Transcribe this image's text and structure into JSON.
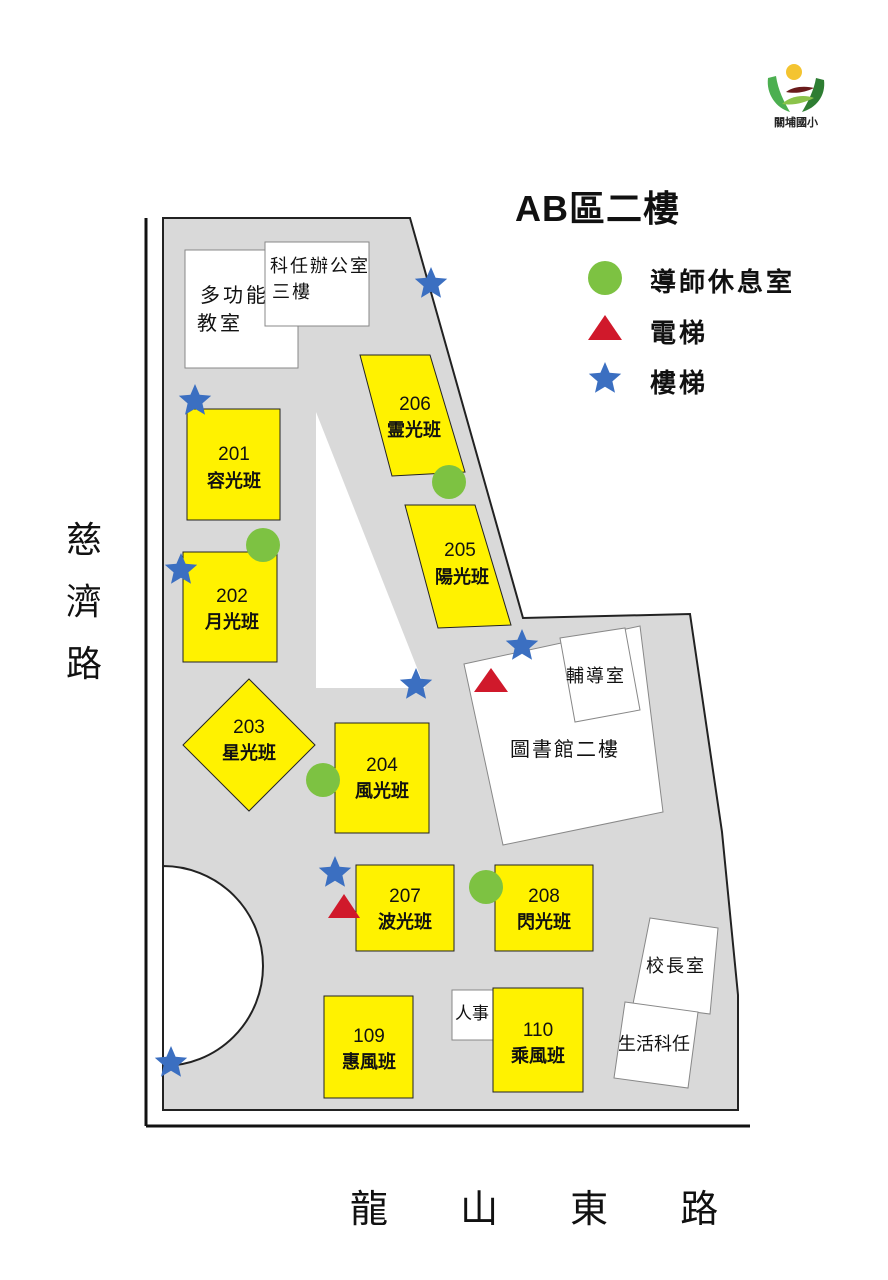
{
  "title": "AB區二樓",
  "logo": {
    "text": "關埔國小"
  },
  "legend": [
    {
      "label": "導師休息室",
      "symbol": "green-circle",
      "color": "#7dc242"
    },
    {
      "label": "電梯",
      "symbol": "red-triangle",
      "color": "#d0192b"
    },
    {
      "label": "樓梯",
      "symbol": "blue-star",
      "color": "#3b6fc1"
    }
  ],
  "streets": {
    "left": [
      "慈",
      "濟",
      "路"
    ],
    "bottom": "龍 山 東 路"
  },
  "rooms_yellow": [
    {
      "num": "201",
      "name": "容光班"
    },
    {
      "num": "202",
      "name": "月光班"
    },
    {
      "num": "203",
      "name": "星光班"
    },
    {
      "num": "204",
      "name": "風光班"
    },
    {
      "num": "205",
      "name": "陽光班"
    },
    {
      "num": "206",
      "name": "霊光班"
    },
    {
      "num": "207",
      "name": "波光班"
    },
    {
      "num": "208",
      "name": "閃光班"
    },
    {
      "num": "109",
      "name": "惠風班"
    },
    {
      "num": "110",
      "name": "乘風班"
    }
  ],
  "rooms_white": {
    "multi": [
      "多功能",
      "教室"
    ],
    "tech_office": [
      "科任辦公室",
      "三樓"
    ],
    "library": "圖書館二樓",
    "counsel": "輔導室",
    "principal": "校長室",
    "personnel": "人事",
    "life_tech": "生活科任"
  },
  "colors": {
    "floor": "#d9d9d9",
    "room": "#fff200",
    "outline": "#222222"
  }
}
